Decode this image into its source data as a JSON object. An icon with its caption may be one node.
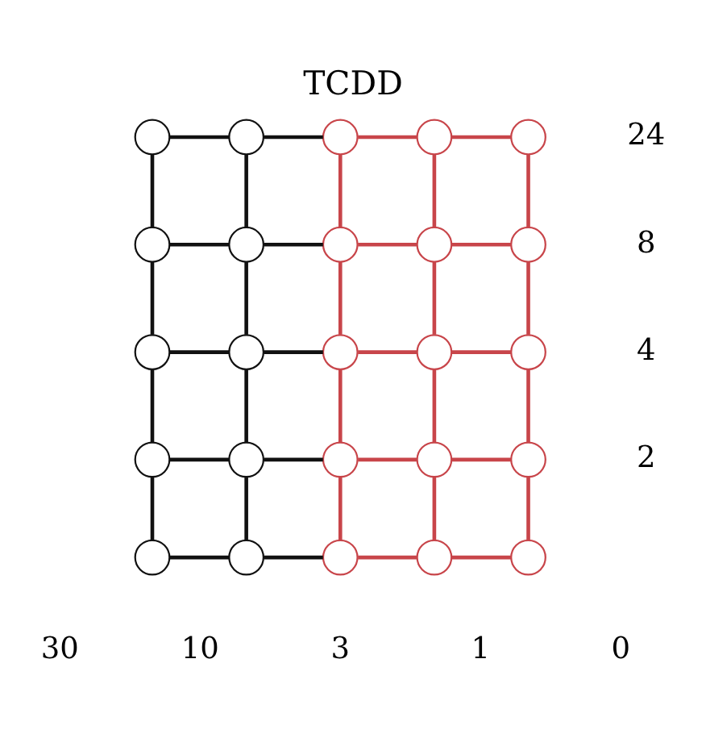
{
  "diagram": {
    "title": "TCDD",
    "nodes": [
      {
        "text": [],
        "shape": "circle"
      },
      {
        "text": [],
        "shape": "circle"
      },
      {
        "text": [],
        "shape": "circle"
      },
      {
        "text": [],
        "shape": "circle"
      },
      {
        "text": [],
        "shape": "circle"
      },
      {
        "text": [],
        "shape": "circle"
      },
      {
        "text": [],
        "shape": "circle"
      },
      {
        "text": [],
        "shape": "circle"
      },
      {
        "text": [],
        "shape": "circle"
      },
      {
        "text": [],
        "shape": "circle"
      },
      {
        "text": [],
        "shape": "circle"
      },
      {
        "text": [],
        "shape": "circle"
      },
      {
        "text": [],
        "shape": "circle"
      },
      {
        "text": [],
        "shape": "circle"
      },
      {
        "text": [],
        "shape": "circle"
      },
      {
        "text": [],
        "shape": "circle"
      },
      {
        "text": [],
        "shape": "circle"
      },
      {
        "text": [],
        "shape": "circle"
      },
      {
        "text": [],
        "shape": "circle"
      },
      {
        "text": [],
        "shape": "circle"
      },
      {
        "text": [],
        "shape": "circle"
      },
      {
        "text": [],
        "shape": "circle"
      },
      {
        "text": [],
        "shape": "circle"
      },
      {
        "text": [],
        "shape": "circle"
      },
      {
        "text": [],
        "shape": "circle"
      }
    ],
    "edges": [
      {
        "from": 0,
        "to": 1,
        "arrow": "none",
        "color": "#111111"
      },
      {
        "from": 1,
        "to": 2,
        "arrow": "none",
        "color": "#111111"
      },
      {
        "from": 2,
        "to": 3,
        "arrow": "none"
      },
      {
        "from": 3,
        "to": 4,
        "arrow": "none"
      },
      {
        "from": 5,
        "to": 6,
        "arrow": "none",
        "color": "#111111"
      },
      {
        "from": 6,
        "to": 7,
        "arrow": "none",
        "color": "#111111"
      },
      {
        "from": 7,
        "to": 8,
        "arrow": "none"
      },
      {
        "from": 8,
        "to": 9,
        "arrow": "none"
      },
      {
        "from": 10,
        "to": 11,
        "arrow": "none",
        "color": "#111111"
      },
      {
        "from": 11,
        "to": 12,
        "arrow": "none",
        "color": "#111111"
      },
      {
        "from": 12,
        "to": 13,
        "arrow": "none"
      },
      {
        "from": 13,
        "to": 14,
        "arrow": "none"
      },
      {
        "from": 15,
        "to": 16,
        "arrow": "none",
        "color": "#111111"
      },
      {
        "from": 16,
        "to": 17,
        "arrow": "none",
        "color": "#111111"
      },
      {
        "from": 17,
        "to": 18,
        "arrow": "none"
      },
      {
        "from": 18,
        "to": 19,
        "arrow": "none"
      },
      {
        "from": 20,
        "to": 21,
        "arrow": "none",
        "color": "#111111"
      },
      {
        "from": 21,
        "to": 22,
        "arrow": "none",
        "color": "#111111"
      },
      {
        "from": 22,
        "to": 23,
        "arrow": "none"
      },
      {
        "from": 23,
        "to": 24,
        "arrow": "none"
      },
      {
        "from": 0,
        "to": 5,
        "arrow": "none",
        "color": "#111111"
      },
      {
        "from": 5,
        "to": 10,
        "arrow": "none",
        "color": "#111111"
      },
      {
        "from": 10,
        "to": 15,
        "arrow": "none",
        "color": "#111111"
      },
      {
        "from": 15,
        "to": 20,
        "arrow": "none",
        "color": "#111111"
      },
      {
        "from": 1,
        "to": 6,
        "arrow": "none",
        "color": "#111111"
      },
      {
        "from": 6,
        "to": 11,
        "arrow": "none",
        "color": "#111111"
      },
      {
        "from": 11,
        "to": 16,
        "arrow": "none",
        "color": "#111111"
      },
      {
        "from": 16,
        "to": 21,
        "arrow": "none",
        "color": "#111111"
      },
      {
        "from": 2,
        "to": 7,
        "arrow": "none"
      },
      {
        "from": 7,
        "to": 12,
        "arrow": "none"
      },
      {
        "from": 12,
        "to": 17,
        "arrow": "none"
      },
      {
        "from": 17,
        "to": 22,
        "arrow": "none"
      },
      {
        "from": 3,
        "to": 8,
        "arrow": "none"
      },
      {
        "from": 8,
        "to": 13,
        "arrow": "none"
      },
      {
        "from": 13,
        "to": 18,
        "arrow": "none"
      },
      {
        "from": 18,
        "to": 23,
        "arrow": "none"
      },
      {
        "from": 4,
        "to": 9,
        "arrow": "none"
      },
      {
        "from": 9,
        "to": 14,
        "arrow": "none"
      },
      {
        "from": 14,
        "to": 19,
        "arrow": "none"
      },
      {
        "from": 19,
        "to": 24,
        "arrow": "none"
      }
    ],
    "labels": [
      "24",
      "8",
      "4",
      "2",
      "30",
      "10",
      "3",
      "1",
      "0"
    ]
  }
}
